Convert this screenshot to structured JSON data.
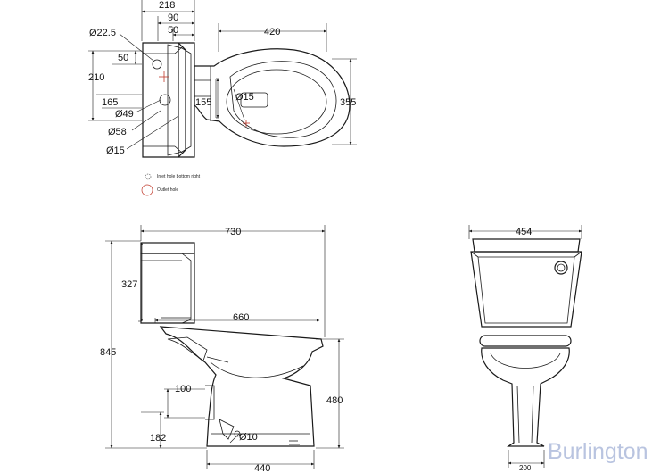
{
  "plan_view": {
    "dims": {
      "d218": "218",
      "d90": "90",
      "d50_top": "50",
      "d420": "420",
      "dia22_5": "Ø22.5",
      "d50_left": "50",
      "d210": "210",
      "d165": "165",
      "dia49": "Ø49",
      "dia58": "Ø58",
      "dia15_left": "Ø15",
      "dia15_pan": "Ø15",
      "d155": "155",
      "d355": "355"
    },
    "legend": {
      "inlet": "Inlet hole bottom right",
      "outlet": "Outlet hole"
    }
  },
  "side_view": {
    "dims": {
      "d730": "730",
      "d327": "327",
      "d660": "660",
      "d845": "845",
      "d100": "100",
      "d182": "182",
      "dia10": "Ø10",
      "d440": "440",
      "d480": "480"
    }
  },
  "front_view": {
    "dims": {
      "d454": "454",
      "d200": "200"
    }
  },
  "brand": {
    "name": "Burlington",
    "color": "#b9c4e0"
  }
}
